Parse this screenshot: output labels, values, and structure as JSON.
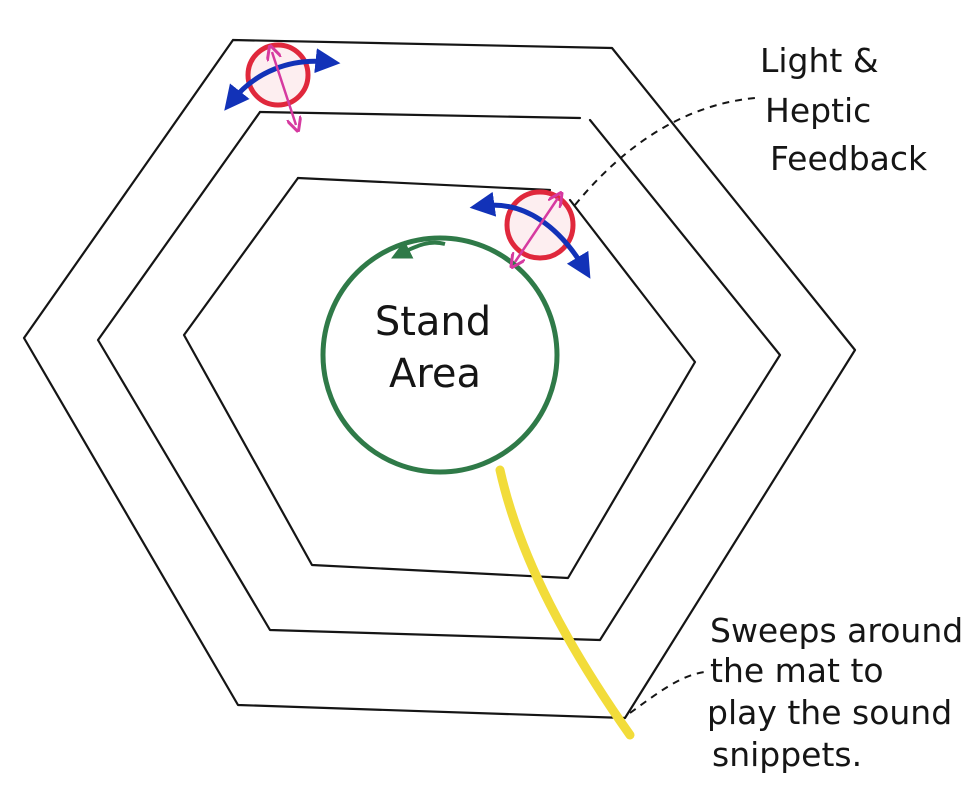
{
  "center_label": {
    "line1": "Stand",
    "line2": "Area"
  },
  "annotations": {
    "feedback": {
      "line1": "Light &",
      "line2": "Heptic",
      "line3": "Feedback"
    },
    "sweep": {
      "line1": "Sweeps around",
      "line2": "the mat to",
      "line3": "play the sound",
      "line4": "snippets."
    }
  },
  "colors": {
    "ink": "#151515",
    "stand_circle": "#2f7a48",
    "sweep_arm": "#f2dc3a",
    "sensor_ring": "#e0283c",
    "sensor_arrow_blue": "#1232b8",
    "sensor_arrow_pink": "#d63aa0"
  }
}
